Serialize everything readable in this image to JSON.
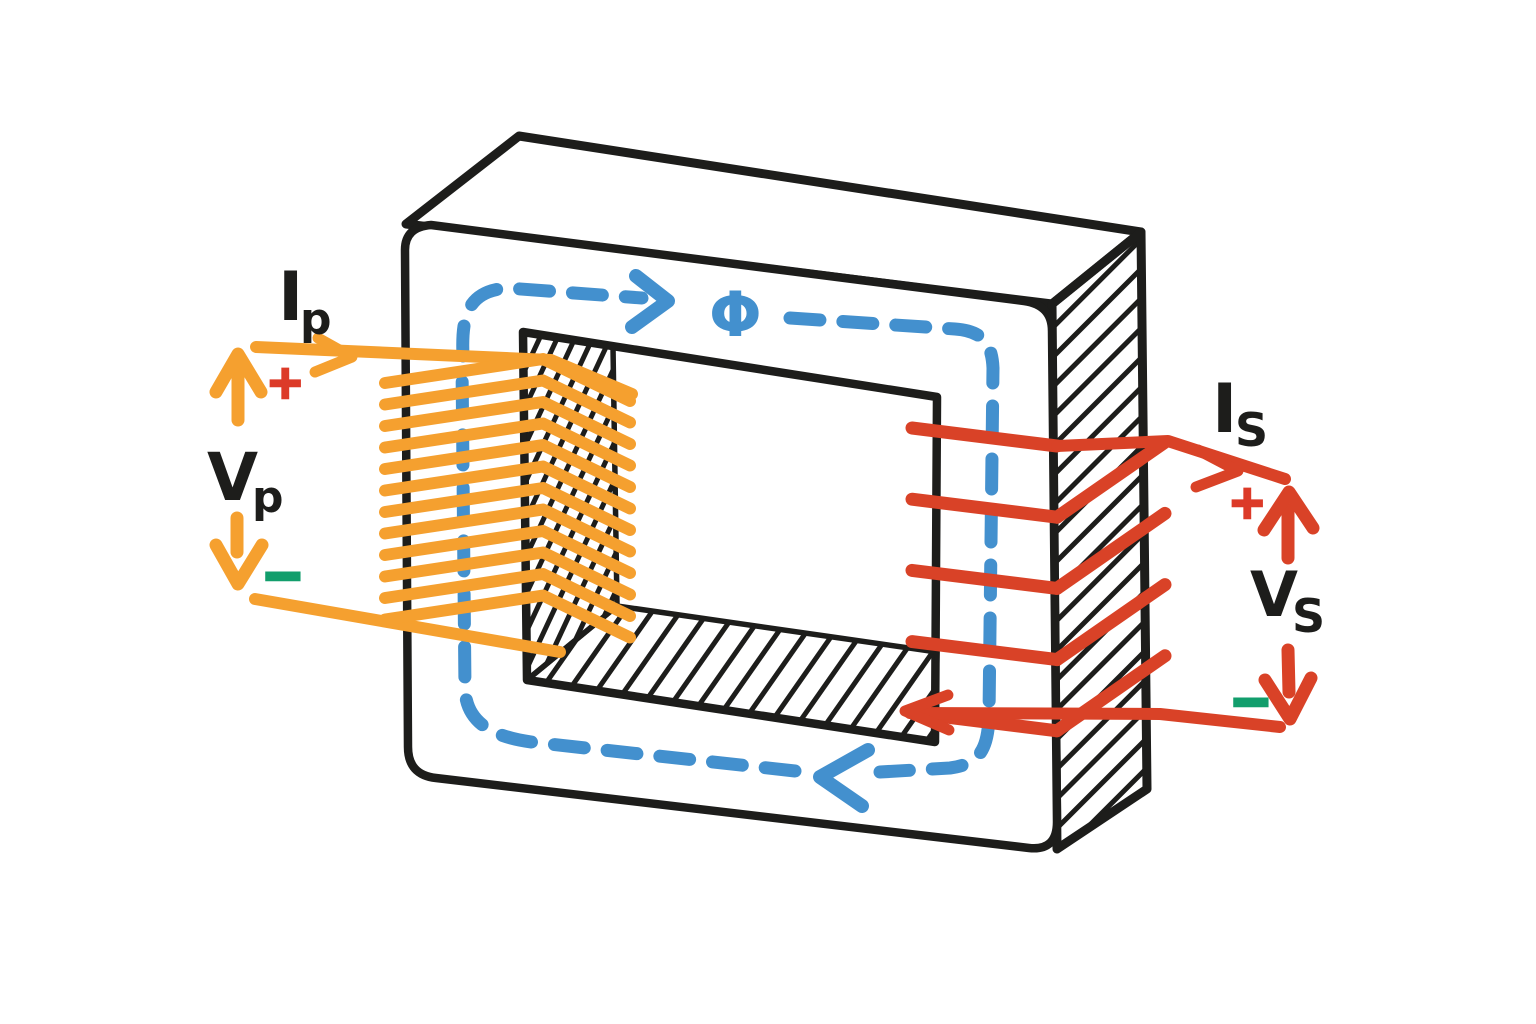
{
  "diagram": {
    "type": "transformer-core-diagram",
    "labels": {
      "primary_current": {
        "main": "I",
        "sub": "p"
      },
      "primary_voltage": {
        "main": "V",
        "sub": "p"
      },
      "secondary_current": {
        "main": "I",
        "sub": "S"
      },
      "secondary_voltage": {
        "main": "V",
        "sub": "S"
      },
      "flux": "Φ",
      "primary_plus": "+",
      "primary_minus": "−",
      "secondary_plus": "+",
      "secondary_minus": "−"
    },
    "colors": {
      "ink": "#1d1d1b",
      "core_fill": "#ffffff",
      "primary_wire": "#F5A02F",
      "secondary_wire": "#D94227",
      "flux": "#4390CE",
      "plus": "#DC3A28",
      "minus": "#129E6C",
      "background": "#ffffff"
    },
    "windings": {
      "primary": {
        "turns": 12,
        "side": "left",
        "wire": "orange"
      },
      "secondary": {
        "turns": 5,
        "side": "right",
        "wire": "red"
      }
    },
    "flux_direction": {
      "top_arrow": "right",
      "bottom_arrow": "left",
      "circulation": "clockwise"
    }
  }
}
